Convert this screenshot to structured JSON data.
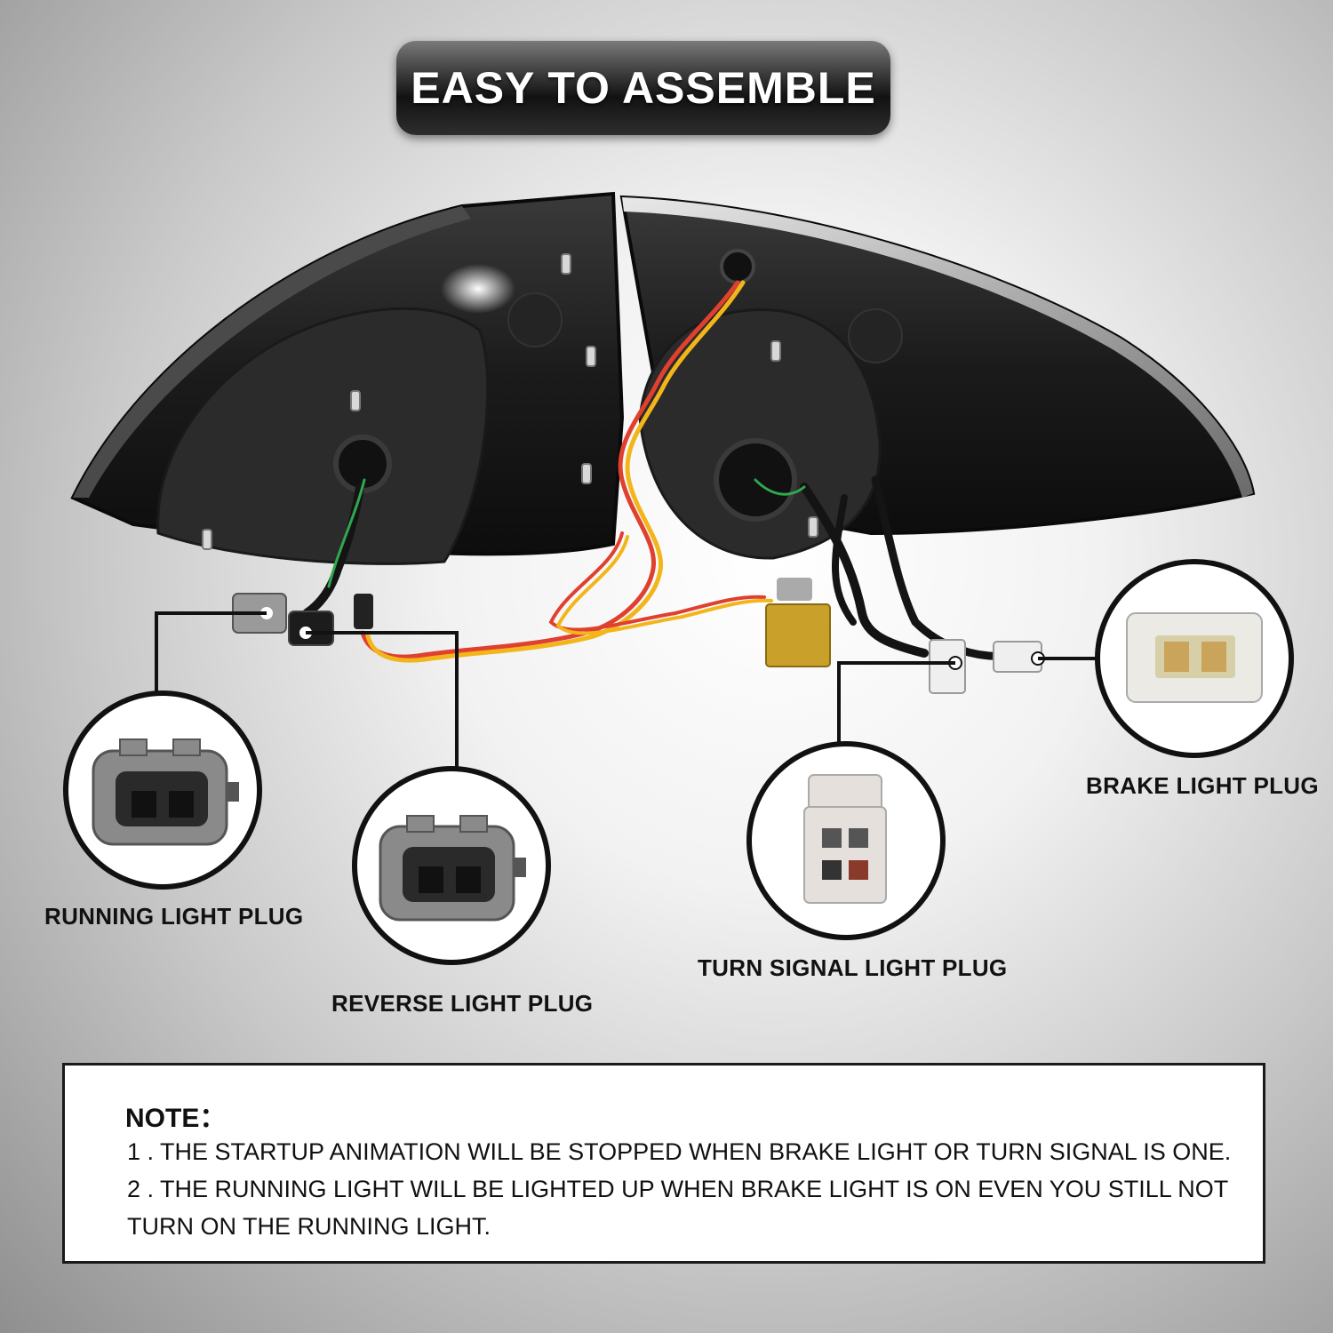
{
  "banner": {
    "title": "EASY TO ASSEMBLE"
  },
  "plugs": {
    "running": "RUNNING LIGHT PLUG",
    "reverse": "REVERSE LIGHT PLUG",
    "turn_signal": "TURN SIGNAL LIGHT PLUG",
    "brake": "BRAKE LIGHT PLUG"
  },
  "note": {
    "title": "NOTE：",
    "line1": "1 . THE STARTUP ANIMATION WILL BE STOPPED WHEN BRAKE LIGHT OR TURN SIGNAL IS ONE.",
    "line2": "2 . THE RUNNING LIGHT WILL BE LIGHTED UP WHEN BRAKE LIGHT IS ON EVEN YOU STILL NOT",
    "line3": "TURN ON THE RUNNING LIGHT."
  },
  "icons": [
    "tail-light-assembly-image",
    "running-light-plug-icon",
    "reverse-light-plug-icon",
    "turn-signal-plug-icon",
    "brake-light-plug-icon"
  ]
}
